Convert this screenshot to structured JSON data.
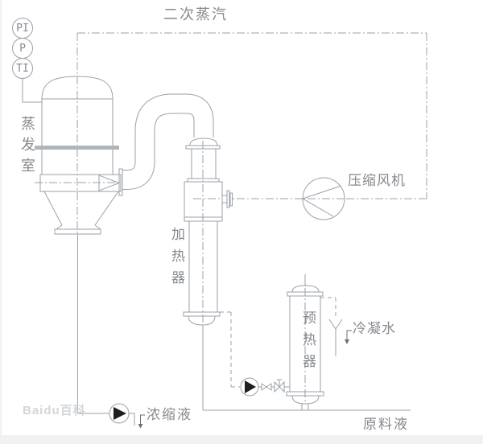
{
  "diagram": {
    "title_top": "二次蒸汽",
    "labels": {
      "evaporator": "蒸发室",
      "heater": "加热器",
      "compressor": "压缩风机",
      "preheater": "预热器",
      "condensate": "冷凝水",
      "concentrate": "浓缩液",
      "feed": "原料液"
    },
    "instruments": [
      {
        "tag": "PI"
      },
      {
        "tag": "P"
      },
      {
        "tag": "TI"
      }
    ],
    "watermark": "Baidu百科",
    "colors": {
      "line": "#9aa1a8",
      "text": "#85898e",
      "pump_fill": "#1f1f1f",
      "band_fill": "#b0b5ba",
      "watermark": "#d3d6d9",
      "footer_strip": "#eff1f2"
    }
  }
}
